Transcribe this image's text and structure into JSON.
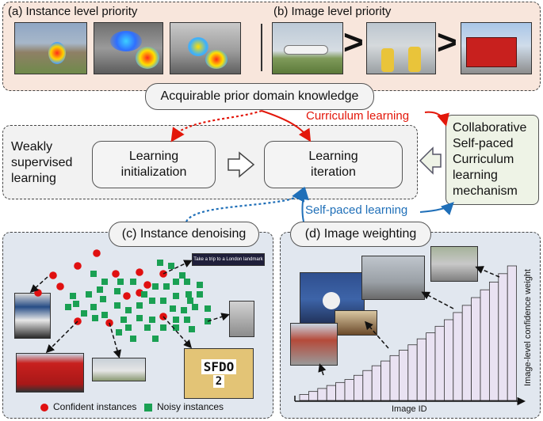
{
  "top_panel": {
    "instance_title": "(a) Instance level priority",
    "image_title": "(b) Image level priority",
    "greater_than_symbol": ">"
  },
  "prior_knowledge": "Acquirable prior domain knowledge",
  "middle": {
    "weakly_supervised_line1": "Weakly",
    "weakly_supervised_line2": "supervised",
    "weakly_supervised_line3": "learning",
    "learning_init_line1": "Learning",
    "learning_init_line2": "initialization",
    "learning_iter_line1": "Learning",
    "learning_iter_line2": "iteration",
    "curriculum_learning": "Curriculum learning",
    "self_paced_learning": "Self-paced learning",
    "mechanism_lines": [
      "Collaborative",
      "Self-paced",
      "Curriculum",
      "learning",
      "mechanism"
    ]
  },
  "instance_denoising": {
    "title": "(c) Instance denoising",
    "legend_confident": "Confident instances",
    "legend_noisy": "Noisy instances",
    "banner_text": "Take a trip to a London landmark",
    "sign_text_line1": "SFDO",
    "sign_text_line2": "2"
  },
  "image_weighting": {
    "title": "(d) Image weighting",
    "xlabel": "Image ID",
    "ylabel": "Image-level confidence weight"
  },
  "colors": {
    "top_bg": "#f8e6dc",
    "panel_bg": "#e1e7ef",
    "middle_bg": "#f2f2f2",
    "mechanism_bg": "#eef3e6",
    "curriculum_red": "#e3170a",
    "selfpaced_blue": "#1f6fb8",
    "confident_red": "#e01010",
    "noisy_green": "#1aa053",
    "bar_fill": "#e9e2f2"
  },
  "chart_data": {
    "type": "bar",
    "title": "",
    "xlabel": "Image ID",
    "ylabel": "Image-level confidence weight",
    "values": [
      1,
      1.5,
      2,
      2.5,
      3,
      3.5,
      4.2,
      5,
      5.8,
      6.6,
      7.5,
      8.4,
      9.3,
      10.3,
      11.3,
      12.4,
      13.5,
      14.7,
      15.9,
      17.2,
      18.5,
      19.8,
      21.2,
      22.5
    ]
  }
}
